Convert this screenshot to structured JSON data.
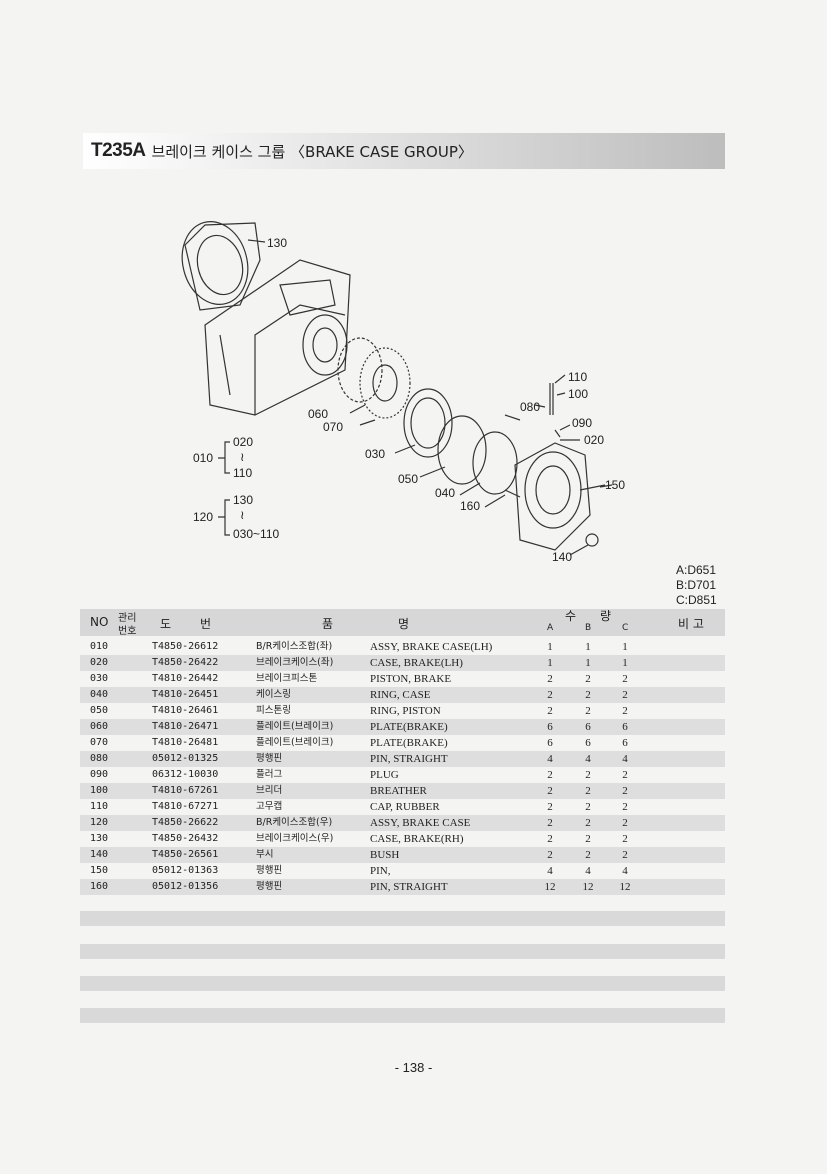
{
  "header": {
    "code": "T235A",
    "title": "브레이크 케이스 그룹 〈BRAKE CASE GROUP〉"
  },
  "diagram": {
    "callouts": [
      "130",
      "110",
      "100",
      "080",
      "090",
      "020",
      "060",
      "070",
      "030",
      "050",
      "040",
      "160",
      "150",
      "140"
    ],
    "group_010": {
      "id": "010",
      "from": "020",
      "tilde": "≀",
      "to": "110"
    },
    "group_120": {
      "id": "120",
      "from": "130",
      "tilde": "≀",
      "to": "030~110"
    }
  },
  "models": [
    "A:D651",
    "B:D701",
    "C:D851"
  ],
  "table": {
    "headers": {
      "no": "NO",
      "mgmt_top": "관리",
      "mgmt_bottom": "번호",
      "drawing_a": "도",
      "drawing_b": "번",
      "name_a": "품",
      "name_b": "명",
      "qty_a": "수",
      "qty_b": "량",
      "col_a": "A",
      "col_b": "B",
      "col_c": "C",
      "remarks": "비 고"
    },
    "rows": [
      {
        "no": "010",
        "part": "T4850-26612",
        "kr": "B/R케이스조합(좌)",
        "en": "ASSY, BRAKE CASE(LH)",
        "a": "1",
        "b": "1",
        "c": "1"
      },
      {
        "no": "020",
        "part": "T4850-26422",
        "kr": "브레이크케이스(좌)",
        "en": "CASE, BRAKE(LH)",
        "a": "1",
        "b": "1",
        "c": "1"
      },
      {
        "no": "030",
        "part": "T4810-26442",
        "kr": "브레이크피스톤",
        "en": "PISTON, BRAKE",
        "a": "2",
        "b": "2",
        "c": "2"
      },
      {
        "no": "040",
        "part": "T4810-26451",
        "kr": "케이스링",
        "en": "RING, CASE",
        "a": "2",
        "b": "2",
        "c": "2"
      },
      {
        "no": "050",
        "part": "T4810-26461",
        "kr": "피스톤링",
        "en": "RING, PISTON",
        "a": "2",
        "b": "2",
        "c": "2"
      },
      {
        "no": "060",
        "part": "T4810-26471",
        "kr": "플레이트(브레이크)",
        "en": "PLATE(BRAKE)",
        "a": "6",
        "b": "6",
        "c": "6"
      },
      {
        "no": "070",
        "part": "T4810-26481",
        "kr": "플레이트(브레이크)",
        "en": "PLATE(BRAKE)",
        "a": "6",
        "b": "6",
        "c": "6"
      },
      {
        "no": "080",
        "part": "05012-01325",
        "kr": "평행핀",
        "en": "PIN, STRAIGHT",
        "a": "4",
        "b": "4",
        "c": "4"
      },
      {
        "no": "090",
        "part": "06312-10030",
        "kr": "플러그",
        "en": "PLUG",
        "a": "2",
        "b": "2",
        "c": "2"
      },
      {
        "no": "100",
        "part": "T4810-67261",
        "kr": "브리더",
        "en": "BREATHER",
        "a": "2",
        "b": "2",
        "c": "2"
      },
      {
        "no": "110",
        "part": "T4810-67271",
        "kr": "고무캡",
        "en": "CAP, RUBBER",
        "a": "2",
        "b": "2",
        "c": "2"
      },
      {
        "no": "120",
        "part": "T4850-26622",
        "kr": "B/R케이스조합(우)",
        "en": "ASSY, BRAKE CASE",
        "a": "2",
        "b": "2",
        "c": "2"
      },
      {
        "no": "130",
        "part": "T4850-26432",
        "kr": "브레이크케이스(우)",
        "en": "CASE, BRAKE(RH)",
        "a": "2",
        "b": "2",
        "c": "2"
      },
      {
        "no": "140",
        "part": "T4850-26561",
        "kr": "부시",
        "en": "BUSH",
        "a": "2",
        "b": "2",
        "c": "2"
      },
      {
        "no": "150",
        "part": "05012-01363",
        "kr": "평행핀",
        "en": "PIN,",
        "a": "4",
        "b": "4",
        "c": "4"
      },
      {
        "no": "160",
        "part": "05012-01356",
        "kr": "평행핀",
        "en": "PIN, STRAIGHT",
        "a": "12",
        "b": "12",
        "c": "12"
      }
    ]
  },
  "page_number": "- 138 -"
}
